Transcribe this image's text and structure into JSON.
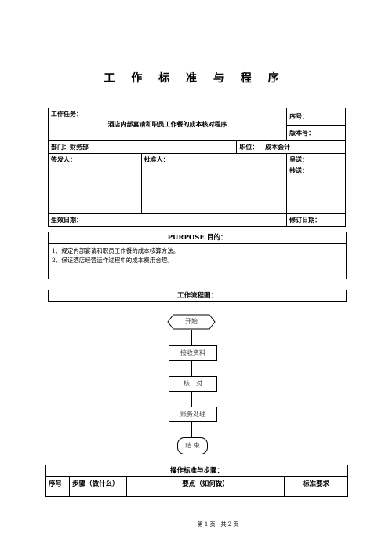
{
  "doc_title": "工 作 标 准 与 程 序",
  "info": {
    "task_label": "工作任务：",
    "task_value": "酒店内部宴请和职员工作餐的成本核对程序",
    "serial_label": "序号：",
    "version_label": "版本号：",
    "dept_label": "部门：财务部",
    "position_label": "职位：",
    "position_value": "成本会计",
    "issuer_label": "签发人：",
    "approver_label": "批准人：",
    "submit_label": "呈送：",
    "cc_label": "抄送：",
    "effective_label": "生效日期：",
    "revise_label": "修订日期："
  },
  "purpose": {
    "heading": "PURPOSE 目的：",
    "items": [
      "1、规定内部宴请和职员工作餐的成本核算方法。",
      "2、保证酒店经营运作过程中的成本费用合理。"
    ]
  },
  "flow": {
    "heading": "工作流程图：",
    "steps": [
      "开始",
      "接收资料",
      "核　对",
      "账务处理",
      "结 束"
    ]
  },
  "ops": {
    "heading": "操作标准与步骤：",
    "columns": [
      "序号",
      "步骤（做什么）",
      "要点（如何做）",
      "标准要求"
    ]
  },
  "footer": "第 1 页　共 2 页"
}
